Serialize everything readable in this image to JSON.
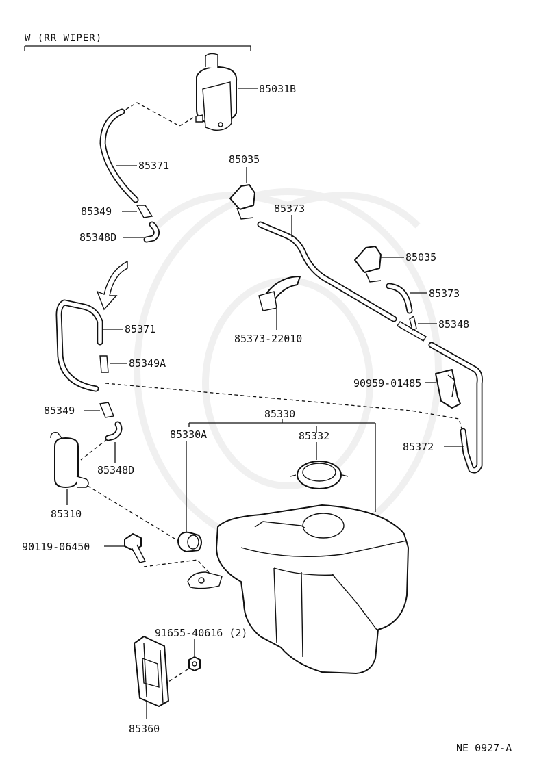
{
  "header": "W (RR WIPER)",
  "figure_code": "NE 0927-A",
  "labels": {
    "p85031B": "85031B",
    "p85371a": "85371",
    "p85349a": "85349",
    "p85348D_a": "85348D",
    "p85035a": "85035",
    "p85373a": "85373",
    "p85035b": "85035",
    "p85373b": "85373",
    "p85348": "85348",
    "p85373_22010": "85373-22010",
    "p85371b": "85371",
    "p85349A": "85349A",
    "p90959": "90959-01485",
    "p85349b": "85349",
    "p85330": "85330",
    "p85330A": "85330A",
    "p85332": "85332",
    "p85372": "85372",
    "p85348D_b": "85348D",
    "p85310": "85310",
    "p90119": "90119-06450",
    "p91655": "91655-40616 (2)",
    "p85360": "85360"
  }
}
